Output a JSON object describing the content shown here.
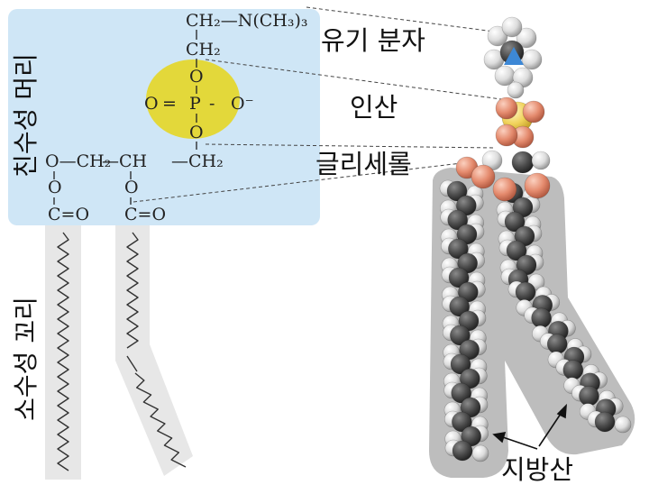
{
  "regions": {
    "hydrophilic_head": "친수성 머리",
    "hydrophobic_tail": "소수성 꼬리"
  },
  "labels": {
    "organic_molecule": "유기 분자",
    "phosphate": "인산",
    "glycerol": "글리세롤",
    "fatty_acid": "지방산"
  },
  "formula": {
    "top_group": "CH₂—N(CH₃)₃",
    "ch2_upper": "CH₂",
    "o_upper": "O",
    "phosphate_o_left": "O",
    "phosphate_eq": "=",
    "phosphate_p": "P",
    "phosphate_dash": "-",
    "phosphate_o_minus": "O⁻",
    "o_lower": "O",
    "glycerol_left": "O—CH₂",
    "glycerol_mid": "—CH",
    "glycerol_right": "—CH₂",
    "ester_o1": "O",
    "ester_o2": "O",
    "carbonyl_1": "C=O",
    "carbonyl_2": "C=O"
  },
  "colors": {
    "head_box": "#cfe6f6",
    "phosphate_highlight": "#e3d83a",
    "tail_strip": "#e7e7e7",
    "oxygen_atom": "#e48a6d",
    "phosphorus_atom": "#f0d25a",
    "nitrogen_atom": "#3d88d6",
    "carbon_atom": "#4b4b4b",
    "hydrogen_atom": "#ececec"
  }
}
